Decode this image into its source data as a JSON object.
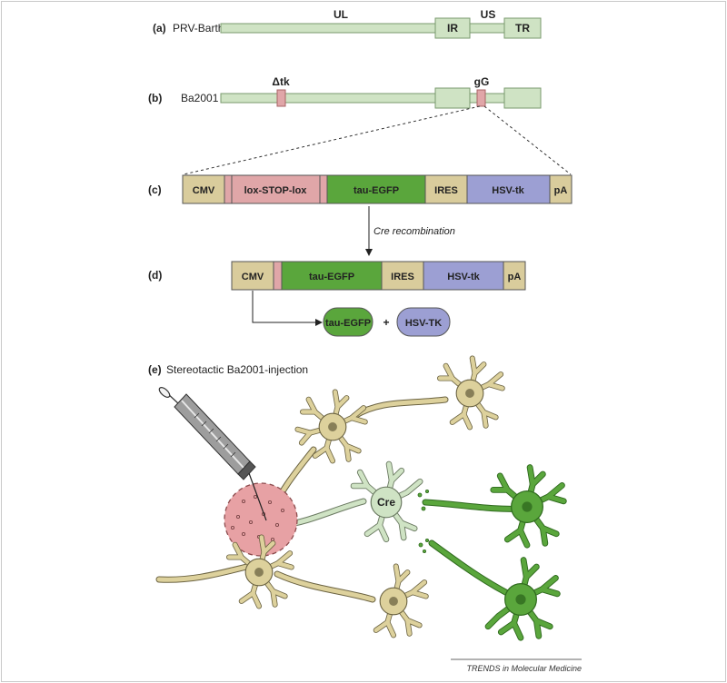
{
  "panel_a": {
    "letter": "(a)",
    "name": "PRV-Bartha",
    "labels": {
      "ul": "UL",
      "us": "US",
      "ir": "IR",
      "tr": "TR"
    }
  },
  "panel_b": {
    "letter": "(b)",
    "name": "Ba2001",
    "dtk": "Δtk",
    "gg": "gG"
  },
  "panel_c": {
    "letter": "(c)",
    "segments": [
      "CMV",
      "lox-STOP-lox",
      "tau-EGFP",
      "IRES",
      "HSV-tk",
      "pA"
    ]
  },
  "arrow_label": "Cre recombination",
  "panel_d": {
    "letter": "(d)",
    "segments": [
      "CMV",
      "tau-EGFP",
      "IRES",
      "HSV-tk",
      "pA"
    ],
    "products": [
      "tau-EGFP",
      "HSV-TK"
    ],
    "plus": "+"
  },
  "panel_e": {
    "letter": "(e)",
    "title": "Stereotactic Ba2001-injection",
    "cre": "Cre"
  },
  "credit": "TRENDS in Molecular Medicine",
  "colors": {
    "genome_fill": "#cfe3c4",
    "genome_stroke": "#7a9a6e",
    "cmv": "#d9cc9c",
    "lox": "#e0a6a8",
    "egfp": "#5aa63c",
    "ires": "#d9cc9c",
    "hsvtk": "#9c9fd3",
    "neuron_tan": "#ddd19c",
    "neuron_cre": "#cfe3c4",
    "neuron_green": "#5aa63c",
    "injection": "#e7a1a4"
  }
}
